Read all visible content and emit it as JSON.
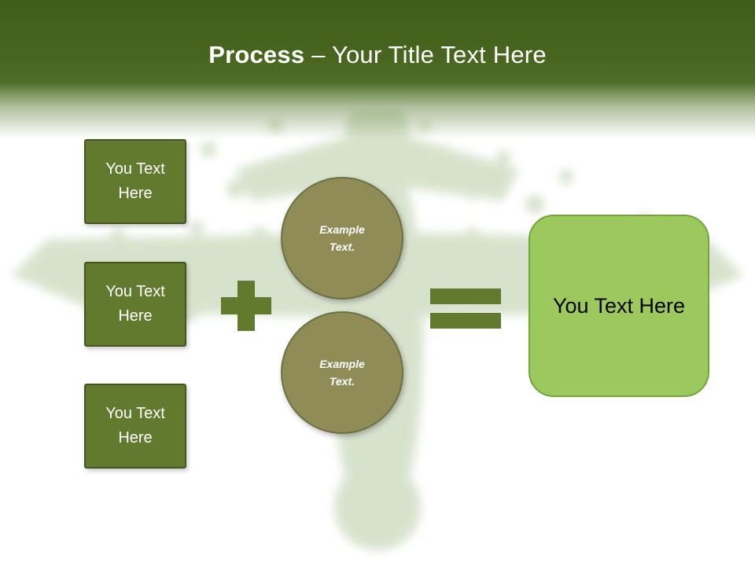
{
  "title": {
    "emphasis": "Process",
    "rest": "– Your Title Text Here"
  },
  "inputs": [
    {
      "label": "You Text Here"
    },
    {
      "label": "You Text Here"
    },
    {
      "label": "You Text Here"
    }
  ],
  "examples": [
    {
      "label": "Example Text."
    },
    {
      "label": "Example Text."
    }
  ],
  "result": {
    "label": "You Text Here"
  },
  "icons": {
    "plus": "plus-operator",
    "equals": "equals-operator",
    "watermark": "eco-grass-airplane"
  },
  "colors": {
    "header_green_dark": "#3f5d18",
    "header_green": "#4f6c26",
    "input_box_fill": "#617a2e",
    "input_box_border": "#44551e",
    "circle_fill": "#8f8c58",
    "circle_border": "#6c7140",
    "operator_green": "#617a2e",
    "result_fill": "#9cc95e",
    "result_border": "#74a23b",
    "title_text": "#ffffff",
    "result_text": "#000000"
  }
}
